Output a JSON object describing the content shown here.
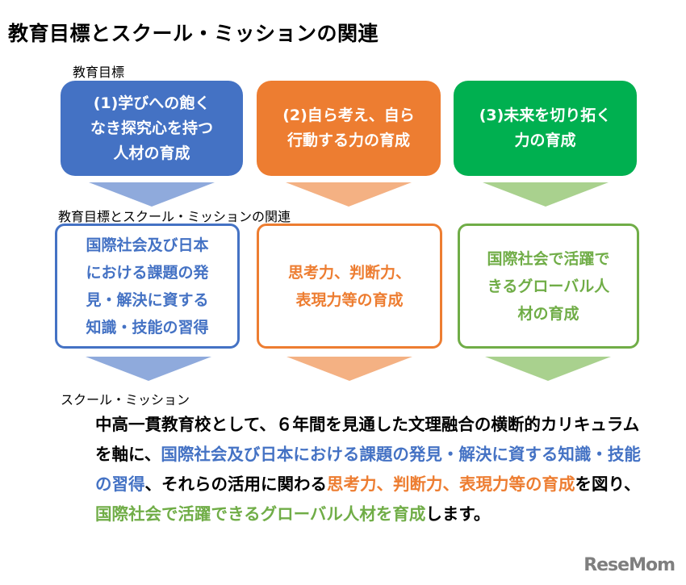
{
  "title": "教育目標とスクール・ミッションの関連",
  "label_goals": "教育目標",
  "label_relation": "教育目標とスクール・ミッションの関連",
  "label_mission": "スクール・ミッション",
  "goals": [
    {
      "lines": [
        "(1)学びへの飽く",
        "なき探究心を持つ",
        "人材の育成"
      ]
    },
    {
      "lines": [
        "(2)自ら考え、自ら",
        "行動する力の育成"
      ]
    },
    {
      "lines": [
        "(3)未来を切り拓く",
        "力の育成"
      ]
    }
  ],
  "relations": [
    {
      "lines": [
        "国際社会及び日本",
        "における課題の発",
        "見・解決に資する",
        "知識・技能の習得"
      ]
    },
    {
      "lines": [
        "思考力、判断力、",
        "表現力等の育成"
      ]
    },
    {
      "lines": [
        "国際社会で活躍で",
        "きるグローバル人",
        "材の育成"
      ]
    }
  ],
  "mission": {
    "p1": "中高一貫教育校として、６年間を見通した文理融合の横断的カリキュラムを軸に、",
    "p2": "国際社会及び日本における課題の発見・解決に資する知識・技能の習得",
    "p3": "、それらの活用に関わる",
    "p4": "思考力、判断力、表現力等の育成",
    "p5": "を図り、",
    "p6": "国際社会で活躍できるグローバル人材を育成",
    "p7": "します。"
  },
  "logo": "ReseMom",
  "colors": {
    "blue": "#4472C4",
    "orange": "#ED7D31",
    "green": "#00B050",
    "green_text": "#70AD47"
  }
}
